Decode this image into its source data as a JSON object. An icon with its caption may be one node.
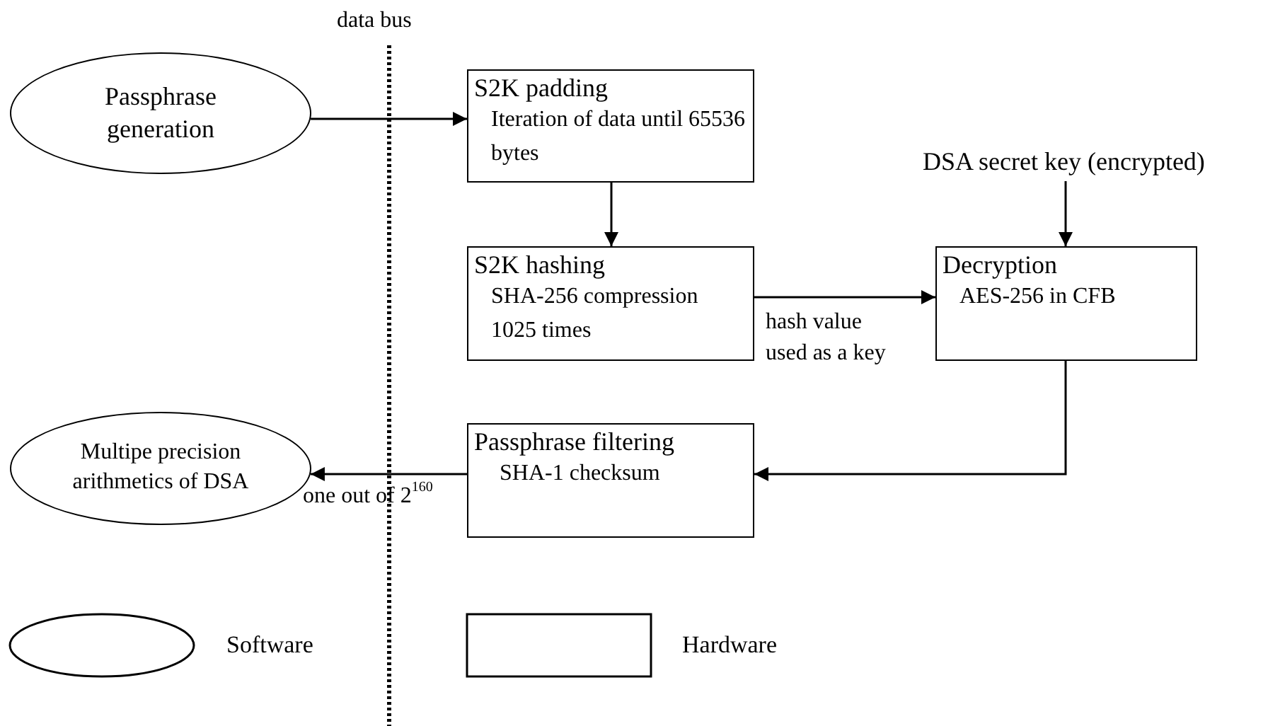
{
  "diagram": {
    "nodes": [
      {
        "text": [
          "Passphrase generation"
        ]
      },
      {
        "text": [
          "S2K padding",
          "Iteration of data until 65536 bytes"
        ]
      },
      {
        "text": [
          "S2K hashing",
          "SHA-256 compression 1025 times"
        ]
      },
      {
        "text": [
          "DSA secret key (encrypted)"
        ]
      },
      {
        "text": [
          "Decryption",
          "AES-256 in CFB"
        ]
      },
      {
        "text": [
          "Passphrase filtering",
          "SHA-1 checksum"
        ]
      },
      {
        "text": [
          "Multipe precision arithmetics of DSA"
        ]
      }
    ],
    "edges": [
      {
        "from": 0,
        "to": 1,
        "arrow": "to"
      },
      {
        "from": 1,
        "to": 2,
        "arrow": "to"
      },
      {
        "from": 2,
        "to": 4,
        "arrow": "to",
        "label": "hash value used as a key"
      },
      {
        "from": 3,
        "to": 4,
        "arrow": "to"
      },
      {
        "from": 4,
        "to": 5,
        "arrow": "to"
      },
      {
        "from": 5,
        "to": 6,
        "arrow": "to",
        "label": "one out of 2$^{160}$"
      }
    ],
    "labels": [
      "data bus"
    ],
    "legend": [
      {
        "text": "Software"
      },
      {
        "text": "Hardware"
      }
    ]
  }
}
